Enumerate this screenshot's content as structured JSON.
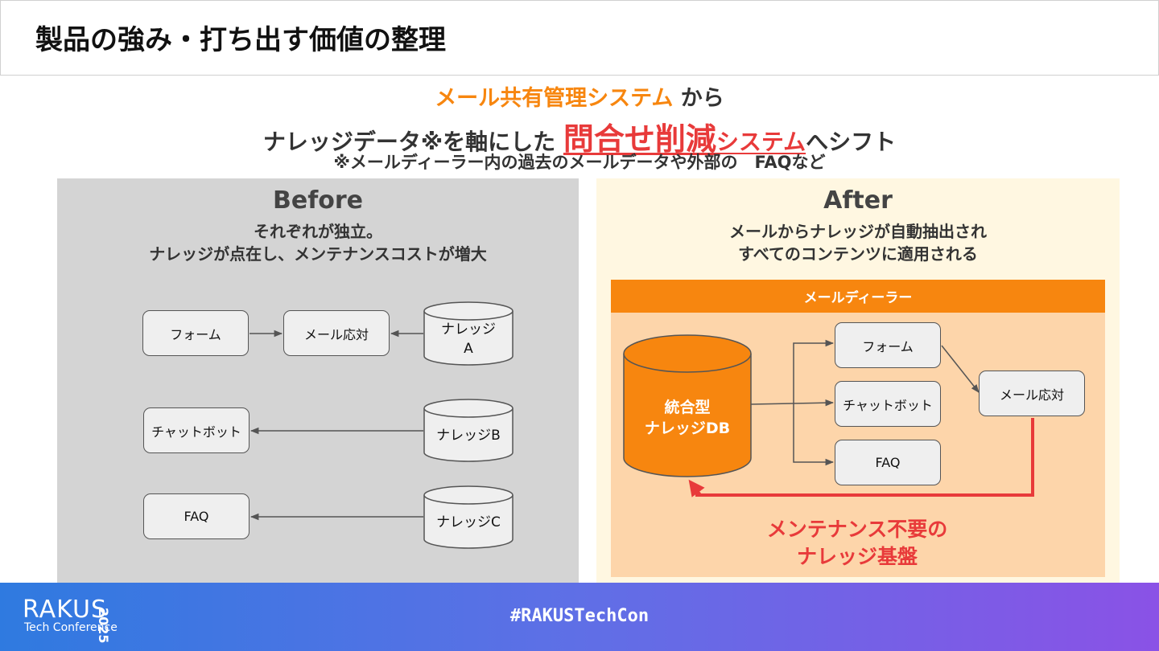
{
  "title": "製品の強み・打ち出す価値の整理",
  "headline": {
    "line1_orange": "メール共有管理システム",
    "line1_rest": " から",
    "line2_pre": "ナレッジデータ※を軸にした ",
    "line2_big_red": "問合せ削減",
    "line2_red": "システム",
    "line2_post": "へシフト",
    "line3": "※メールディーラー内の過去のメールデータや外部の　FAQなど"
  },
  "before": {
    "title": "Before",
    "subtitle_line1": "それぞれが独立。",
    "subtitle_line2": "ナレッジが点在し、メンテナンスコストが増大",
    "nodes": {
      "form": "フォーム",
      "mail_response": "メール応対",
      "knowledge_a_line1": "ナレッジ",
      "knowledge_a_line2": "A",
      "chatbot": "チャットボット",
      "knowledge_b": "ナレッジB",
      "faq": "FAQ",
      "knowledge_c": "ナレッジC"
    }
  },
  "after": {
    "title": "After",
    "subtitle_line1": "メールからナレッジが自動抽出され",
    "subtitle_line2": "すべてのコンテンツに適用される",
    "dealer_label": "メールディーラー",
    "db_line1": "統合型",
    "db_line2": "ナレッジDB",
    "nodes": {
      "form": "フォーム",
      "chatbot": "チャットボット",
      "faq": "FAQ",
      "mail_response": "メール応対"
    },
    "maintenance_line1": "メンテナンス不要の",
    "maintenance_line2": "ナレッジ基盤"
  },
  "footer": {
    "logo": "RAKUS",
    "logo_sub": "Tech Conference",
    "logo_year": "2025",
    "hashtag": "#RAKUSTechCon"
  },
  "colors": {
    "orange": "#f7860f",
    "red": "#e83a3a",
    "before_bg": "#d4d4d4",
    "after_bg": "#fff7e1",
    "dealer_bg": "#fdd5aa"
  }
}
